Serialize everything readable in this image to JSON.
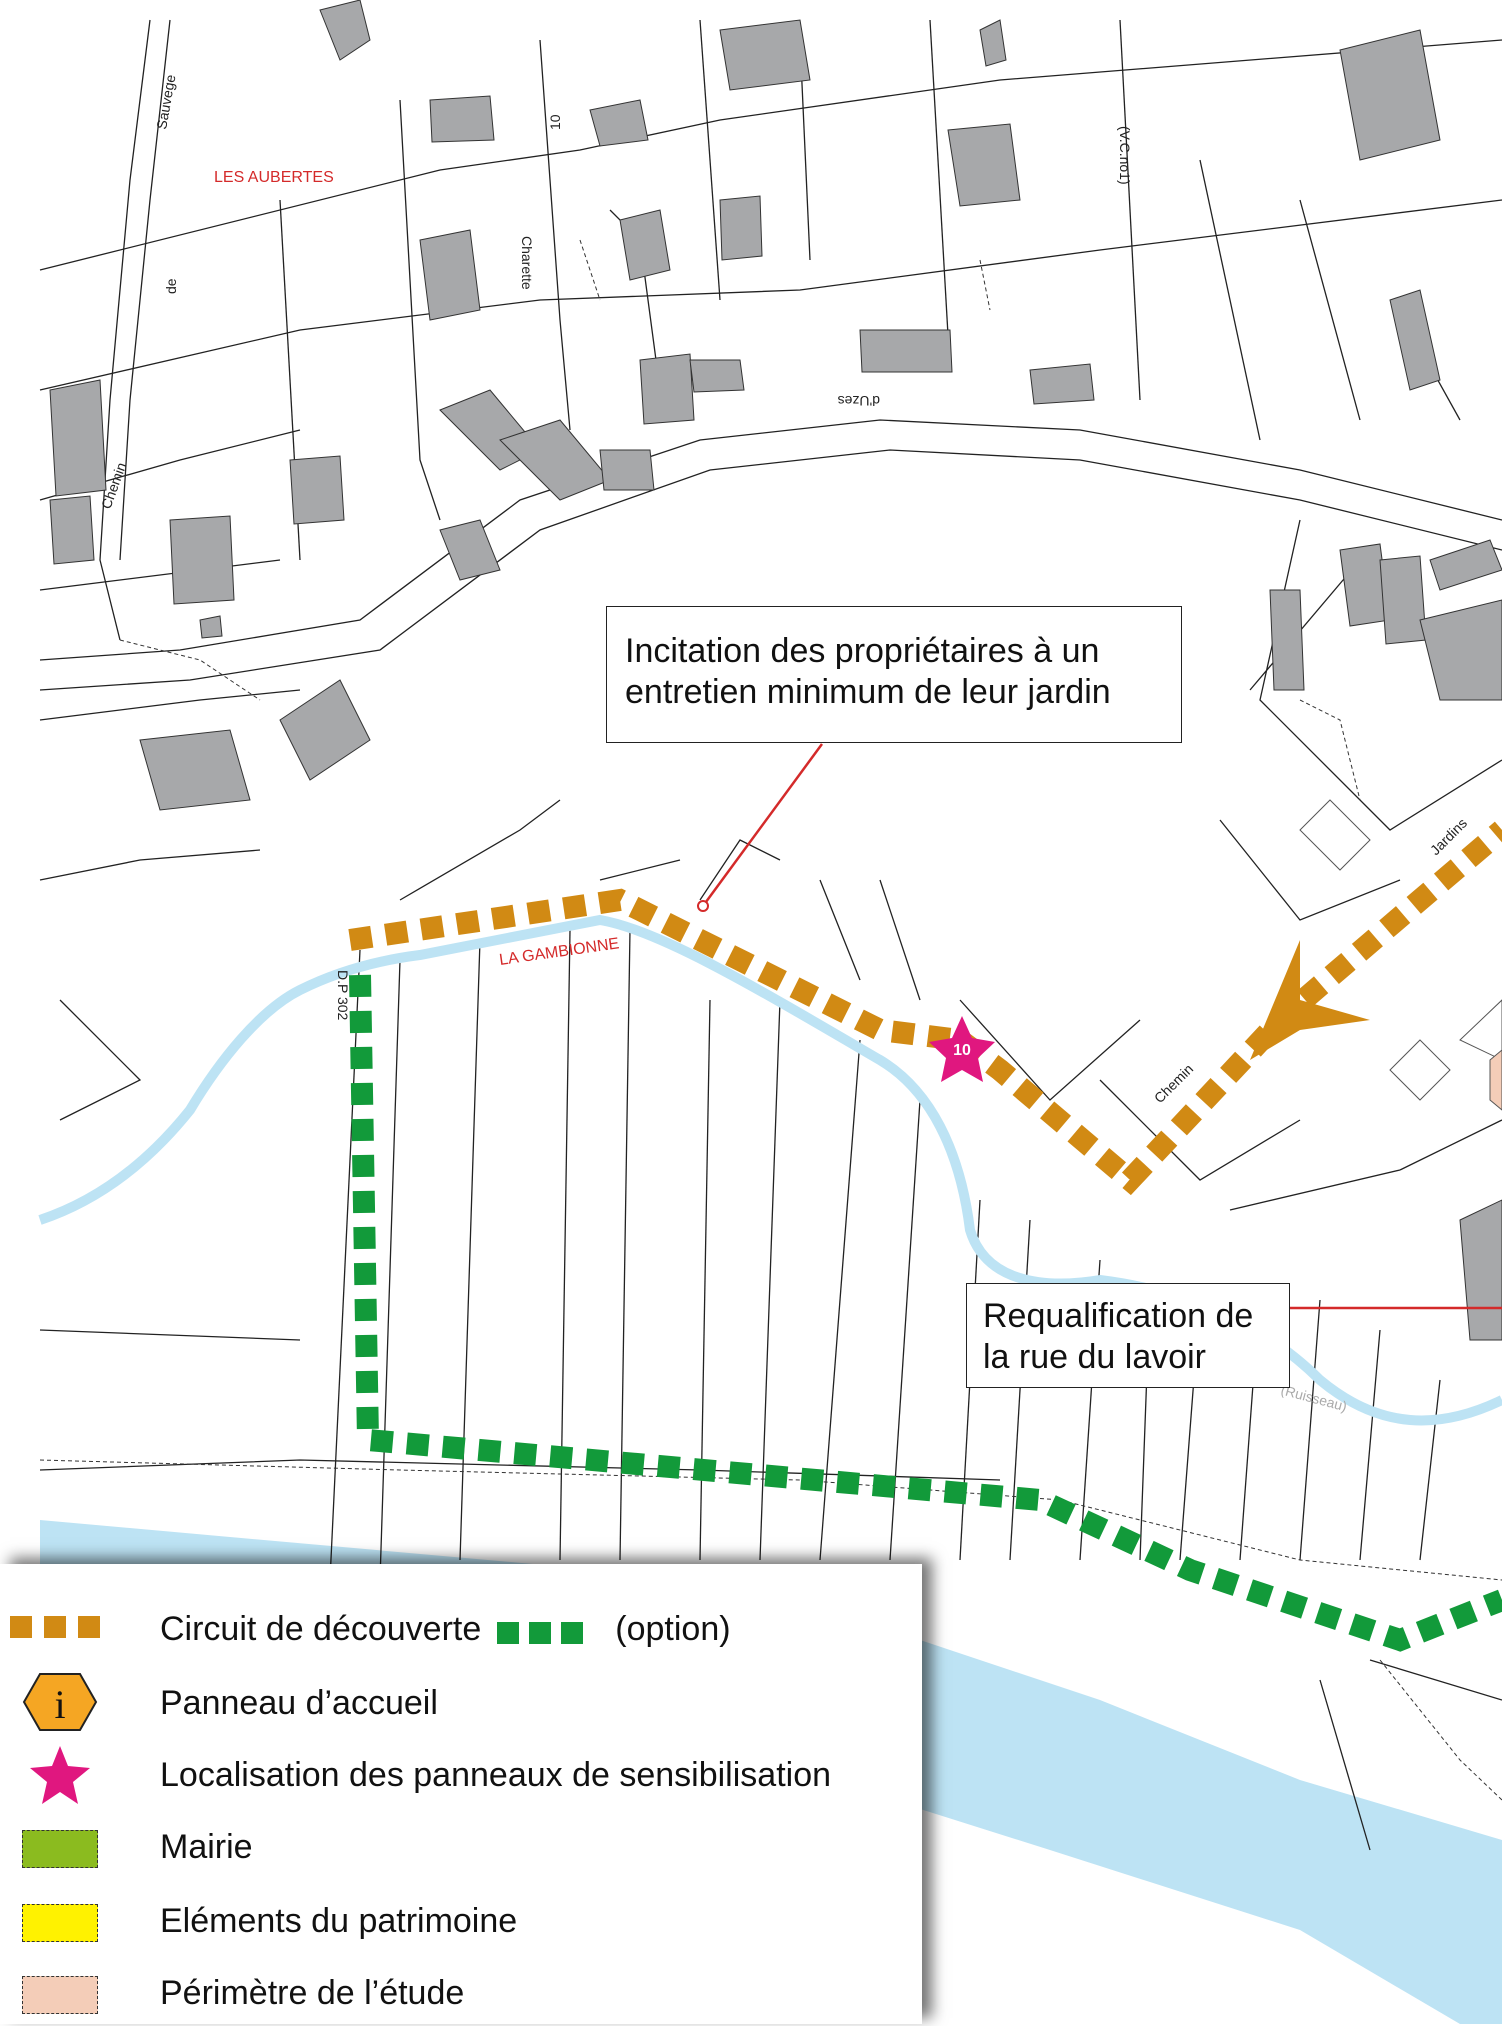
{
  "map_labels": {
    "les_aubertes": "LES AUBERTES",
    "sauvegarde_top": "Sauvege",
    "chemin_de": "de",
    "chemin_left": "Chemin",
    "charette": "Charette",
    "ten": "10",
    "vc_no1": "(V.C.no1)",
    "duzes": "d'Uzes",
    "la_gambionne": "LA GAMBIONNE",
    "dp302": "D.P 302",
    "chemin_mid": "Chemin",
    "jardins": "Jardins",
    "ruisseau": "(Ruisseau)",
    "star_number": "10"
  },
  "callouts": {
    "jardin_line1": "Incitation des propriétaires à un",
    "jardin_line2": "entretien minimum de leur jardin",
    "lavoir_line1": "Requalification de",
    "lavoir_line2": "la rue du lavoir"
  },
  "legend": {
    "circuit": "Circuit de découverte",
    "option": "(option)",
    "panneau_accueil": "Panneau d’accueil",
    "info_glyph": "i",
    "sensibilisation": "Localisation des panneaux de sensibilisation",
    "mairie": "Mairie",
    "patrimoine": "Eléments du patrimoine",
    "perimetre": "Périmètre de l’étude"
  },
  "colors": {
    "circuit": "#d18a14",
    "option": "#129a3a",
    "river": "#bde3f4",
    "building": "#a7a8aa",
    "star": "#e0177f",
    "mairie": "#8bbb1f",
    "patrimoine": "#fff200",
    "perimetre": "#f4cdb8",
    "red_label": "#d42a2a",
    "accueil": "#f5a623"
  }
}
